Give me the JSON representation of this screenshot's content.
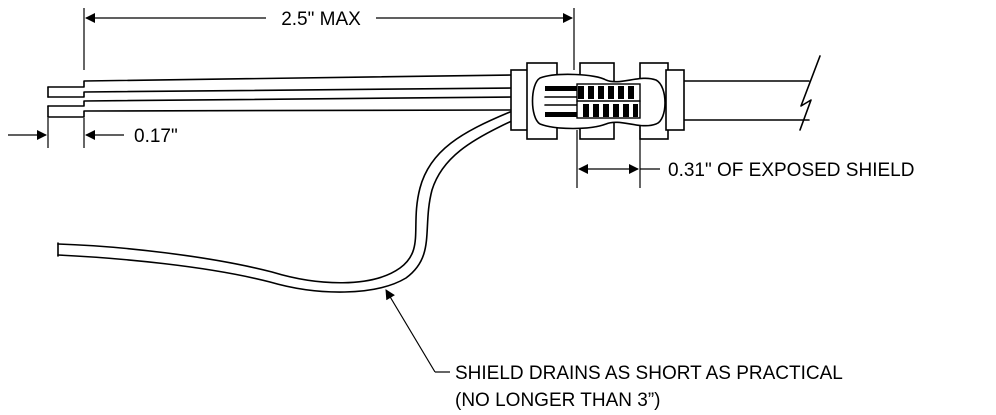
{
  "labels": {
    "max_length": "2.5\" MAX",
    "strip_length": "0.17\"",
    "exposed_shield": "0.31\" OF EXPOSED SHIELD",
    "drain_note_line1": "SHIELD DRAINS AS SHORT AS PRACTICAL",
    "drain_note_line2": "(NO LONGER THAN 3”)"
  }
}
